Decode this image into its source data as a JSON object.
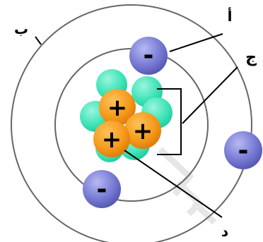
{
  "labels": {
    "a": "أ",
    "b": "ب",
    "c": "ج",
    "d": "د"
  },
  "signs": {
    "electron": "-",
    "proton": "+"
  },
  "colors": {
    "orbit": "#666666",
    "electron": "#7b7fd6",
    "proton": "#f59a1c",
    "neutron": "#3fe4b8",
    "line": "#000000"
  }
}
